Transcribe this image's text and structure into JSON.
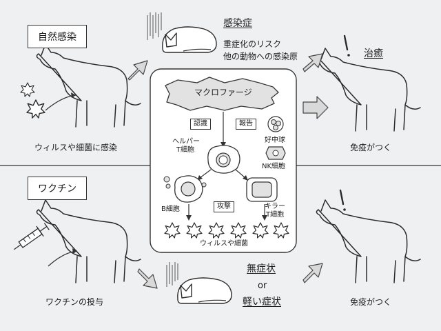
{
  "sections": {
    "natural": "自然感染",
    "vaccine": "ワクチン"
  },
  "natural_flow": {
    "cause": "ウィルスや細菌に感染",
    "outcome_title": "感染症",
    "outcome_line1": "重症化のリスク",
    "outcome_line2": "他の動物への感染原",
    "cure": "治癒",
    "immunity": "免疫がつく"
  },
  "vaccine_flow": {
    "cause": "ワクチンの投与",
    "outcome_line1": "無症状",
    "outcome_or": "or",
    "outcome_line2": "軽い症状",
    "immunity": "免疫がつく"
  },
  "immune_panel": {
    "macrophage": "マクロファージ",
    "recognize": "認識",
    "report": "報告",
    "helper_t_line1": "ヘルパー",
    "helper_t_line2": "T細胞",
    "neutrophil": "好中球",
    "nk_cell": "NK細胞",
    "b_cell": "B細胞",
    "attack": "攻撃",
    "killer_t_line1": "キラー",
    "killer_t_line2": "T細胞",
    "pathogens": "ウィルスや細菌"
  },
  "colors": {
    "background": "#eef0f2",
    "line": "#333333",
    "cell_fill": "#e2e2e2",
    "arrow_fill": "#d9d9d9"
  }
}
